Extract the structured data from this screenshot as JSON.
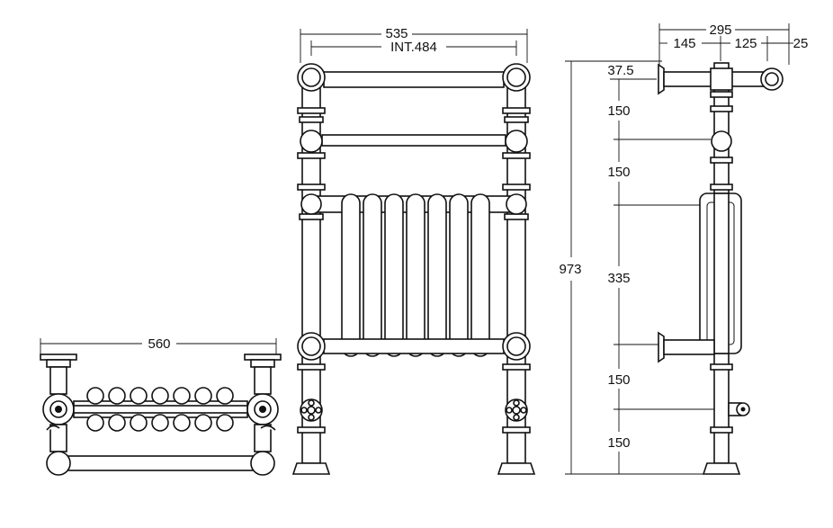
{
  "front_view": {
    "overall_width": "535",
    "internal_width": "INT.484"
  },
  "bottom_view": {
    "overall_width": "560"
  },
  "side_view": {
    "top_width": "295",
    "seg_a": "145",
    "seg_b": "125",
    "seg_c": "25",
    "top_offset": "37.5",
    "overall_height": "973",
    "gap_1": "150",
    "gap_2": "150",
    "gap_3": "335",
    "gap_4": "150",
    "gap_5": "150"
  }
}
